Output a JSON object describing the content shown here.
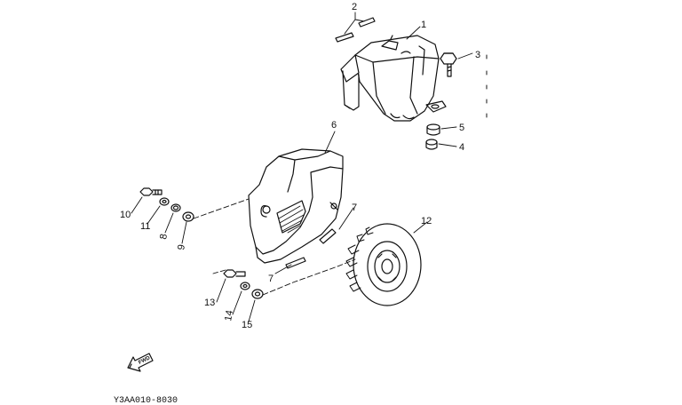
{
  "diagram": {
    "figure_code": "Y3AA010-8030",
    "fwd_label": "FWD",
    "parts": [
      {
        "id": "p1",
        "label": "1"
      },
      {
        "id": "p2",
        "label": "2"
      },
      {
        "id": "p3",
        "label": "3"
      },
      {
        "id": "p4",
        "label": "4"
      },
      {
        "id": "p5",
        "label": "5"
      },
      {
        "id": "p6",
        "label": "6"
      },
      {
        "id": "p7a",
        "label": "7"
      },
      {
        "id": "p7b",
        "label": "7"
      },
      {
        "id": "p8",
        "label": "8"
      },
      {
        "id": "p9",
        "label": "9"
      },
      {
        "id": "p10",
        "label": "10"
      },
      {
        "id": "p11",
        "label": "11"
      },
      {
        "id": "p12",
        "label": "12"
      },
      {
        "id": "p13",
        "label": "13"
      },
      {
        "id": "p14",
        "label": "14"
      },
      {
        "id": "p15",
        "label": "15"
      }
    ]
  }
}
